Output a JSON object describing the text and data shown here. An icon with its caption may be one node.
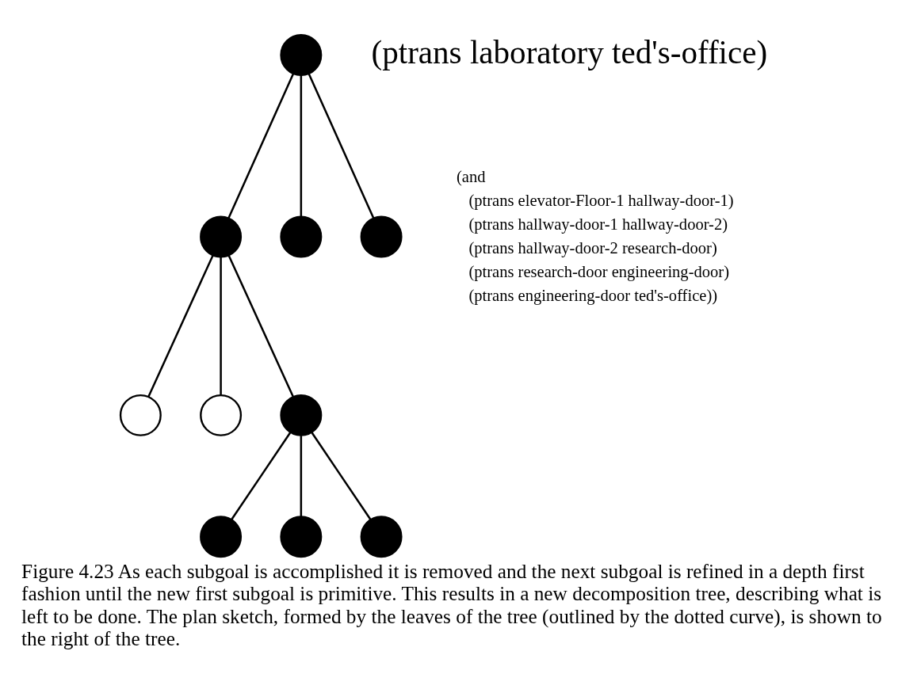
{
  "diagram": {
    "caption": "Figure 4.23 As each subgoal is accomplished it is removed and the next subgoal is refined in a depth first fashion until the new first subgoal is primitive. This results in a new decomposition tree, describing what is left to be done. The plan sketch, formed by the leaves of the tree (outlined by the dotted curve), is shown to the right of the tree.",
    "nodes": [
      {
        "text": [],
        "shape": "circle",
        "beside": [
          "(ptrans laboratory ted's-office)"
        ]
      },
      {
        "text": [],
        "shape": "circle"
      },
      {
        "text": [],
        "shape": "circle"
      },
      {
        "text": [],
        "shape": "circle"
      },
      {
        "text": [],
        "shape": "circle"
      },
      {
        "text": [],
        "shape": "circle"
      },
      {
        "text": [],
        "shape": "circle"
      },
      {
        "text": [],
        "shape": "circle"
      },
      {
        "text": [],
        "shape": "circle"
      },
      {
        "text": [],
        "shape": "circle"
      }
    ],
    "edges": [
      {
        "from": 0,
        "to": 1,
        "arrow": "none"
      },
      {
        "from": 0,
        "to": 2,
        "arrow": "none"
      },
      {
        "from": 0,
        "to": 3,
        "arrow": "none"
      },
      {
        "from": 1,
        "to": 4,
        "arrow": "none"
      },
      {
        "from": 1,
        "to": 5,
        "arrow": "none"
      },
      {
        "from": 1,
        "to": 6,
        "arrow": "none"
      },
      {
        "from": 6,
        "to": 7,
        "arrow": "none"
      },
      {
        "from": 6,
        "to": 8,
        "arrow": "none"
      },
      {
        "from": 6,
        "to": 9,
        "arrow": "none"
      }
    ],
    "labels": [
      "(and",
      "(ptrans elevator-Floor-1 hallway-door-1)",
      "(ptrans hallway-door-1 hallway-door-2)",
      "(ptrans hallway-door-2 research-door)",
      "(ptrans research-door engineering-door)",
      "(ptrans engineering-door ted's-office))"
    ]
  }
}
